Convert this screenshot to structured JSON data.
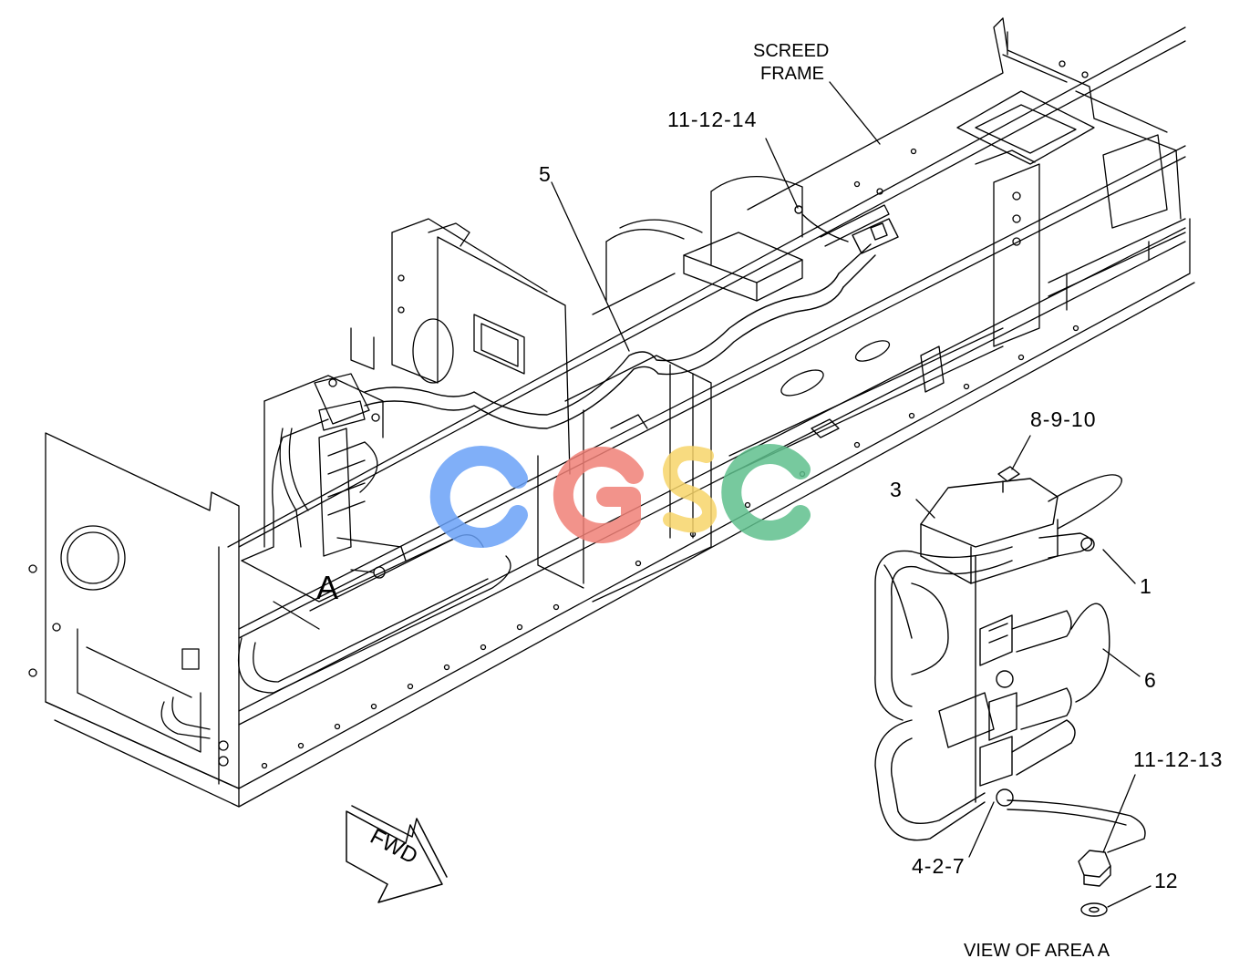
{
  "labels": {
    "screed_frame_line1": "SCREED",
    "screed_frame_line2": "FRAME",
    "callout_11_12_14": "11-12-14",
    "callout_5": "5",
    "callout_8_9_10": "8-9-10",
    "callout_3": "3",
    "callout_1": "1",
    "callout_6": "6",
    "callout_11_12_13": "11-12-13",
    "callout_4_2_7": "4-2-7",
    "callout_12": "12",
    "area_marker": "A",
    "fwd": "FWD",
    "view_caption": "VIEW OF AREA  A"
  },
  "watermark": {
    "text": "CGSC",
    "colors": {
      "c1": "#6aa1f7",
      "g": "#f08077",
      "s": "#f7d56a",
      "c2": "#5fbf8d"
    }
  },
  "colors": {
    "line": "#000000",
    "background": "#ffffff"
  }
}
